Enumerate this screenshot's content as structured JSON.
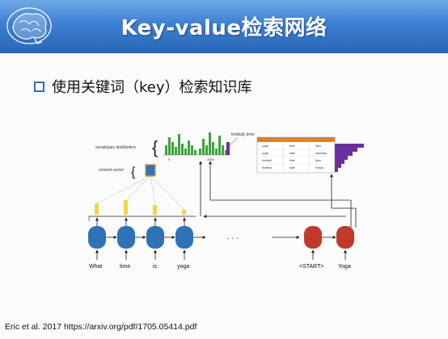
{
  "header": {
    "title": "Key-value检索网络"
  },
  "bullet": {
    "text": "使用关键词（key）检索知识库"
  },
  "diagram": {
    "vocab_label": "vocabulary distribution",
    "context_label": "context vector",
    "kb_label": "football_time",
    "axis_ticks": [
      "0",
      "2000"
    ],
    "kb_table": {
      "rows": [
        [
          "yoga",
          "time",
          "3pm"
        ],
        [
          "yoga",
          "date",
          "saturday"
        ],
        [
          "football",
          "time",
          "8pm"
        ],
        [
          "football",
          "date",
          "Friday"
        ]
      ]
    },
    "words": [
      "What",
      "time",
      "is",
      "yoga",
      "<START>",
      "Yoga"
    ],
    "ellipsis": "· · ·"
  },
  "citation": {
    "text": "Eric et al. 2017 https://arxiv.org/pdf/1705.05414.pdf"
  },
  "colors": {
    "header_top": "#6fa8e6",
    "header_bottom": "#2a66b6",
    "encoder": "#2f72b5",
    "decoder": "#c0392b",
    "attention": "#f0d44a",
    "vocab_bars": "#3aa63a",
    "kb_header": "#e67e22",
    "kb_bars": "#6b2fa0"
  }
}
